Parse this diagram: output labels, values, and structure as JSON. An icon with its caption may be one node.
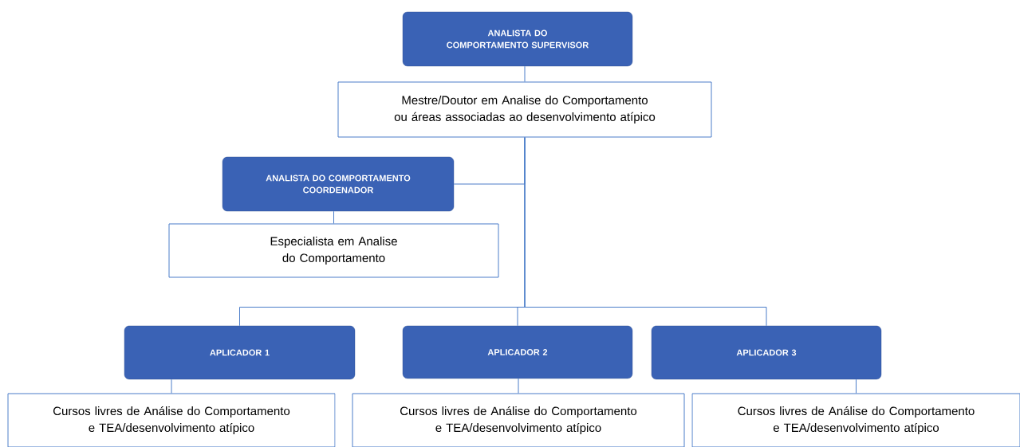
{
  "diagram": {
    "nodes": [
      {
        "text": [
          "ANALISTA DO COMPORTAMENTO SUPERVISOR"
        ]
      },
      {
        "text": [
          "Mestre/Doutor em Analise do Comportamento ou áreas associadas ao desenvolvimento atípico"
        ]
      },
      {
        "text": [
          "ANALISTA DO COMPORTAMENTO COORDENADOR"
        ]
      },
      {
        "text": [
          "Especialista em Analise do Comportamento"
        ]
      },
      {
        "text": [
          "APLICADOR 1"
        ]
      },
      {
        "text": [
          "APLICADOR 2"
        ]
      },
      {
        "text": [
          "APLICADOR 3"
        ]
      },
      {
        "text": [
          "Cursos livres de Análise do Comportamento e TEA/desenvolvimento atípico"
        ]
      },
      {
        "text": [
          "Cursos livres de Análise do Comportamento e TEA/desenvolvimento atípico"
        ]
      },
      {
        "text": [
          "Cursos livres de Análise do Comportamento e TEA/desenvolvimento atípico"
        ]
      }
    ],
    "edges": [
      {
        "from": 0,
        "to": 1,
        "arrow": "none"
      },
      {
        "from": 1,
        "to": 2,
        "arrow": "none"
      },
      {
        "from": 2,
        "to": 3,
        "arrow": "none"
      },
      {
        "from": 1,
        "to": 4,
        "arrow": "none"
      },
      {
        "from": 1,
        "to": 5,
        "arrow": "none"
      },
      {
        "from": 1,
        "to": 6,
        "arrow": "none"
      },
      {
        "from": 4,
        "to": 7,
        "arrow": "none"
      },
      {
        "from": 5,
        "to": 8,
        "arrow": "none"
      },
      {
        "from": 6,
        "to": 9,
        "arrow": "none"
      }
    ]
  }
}
